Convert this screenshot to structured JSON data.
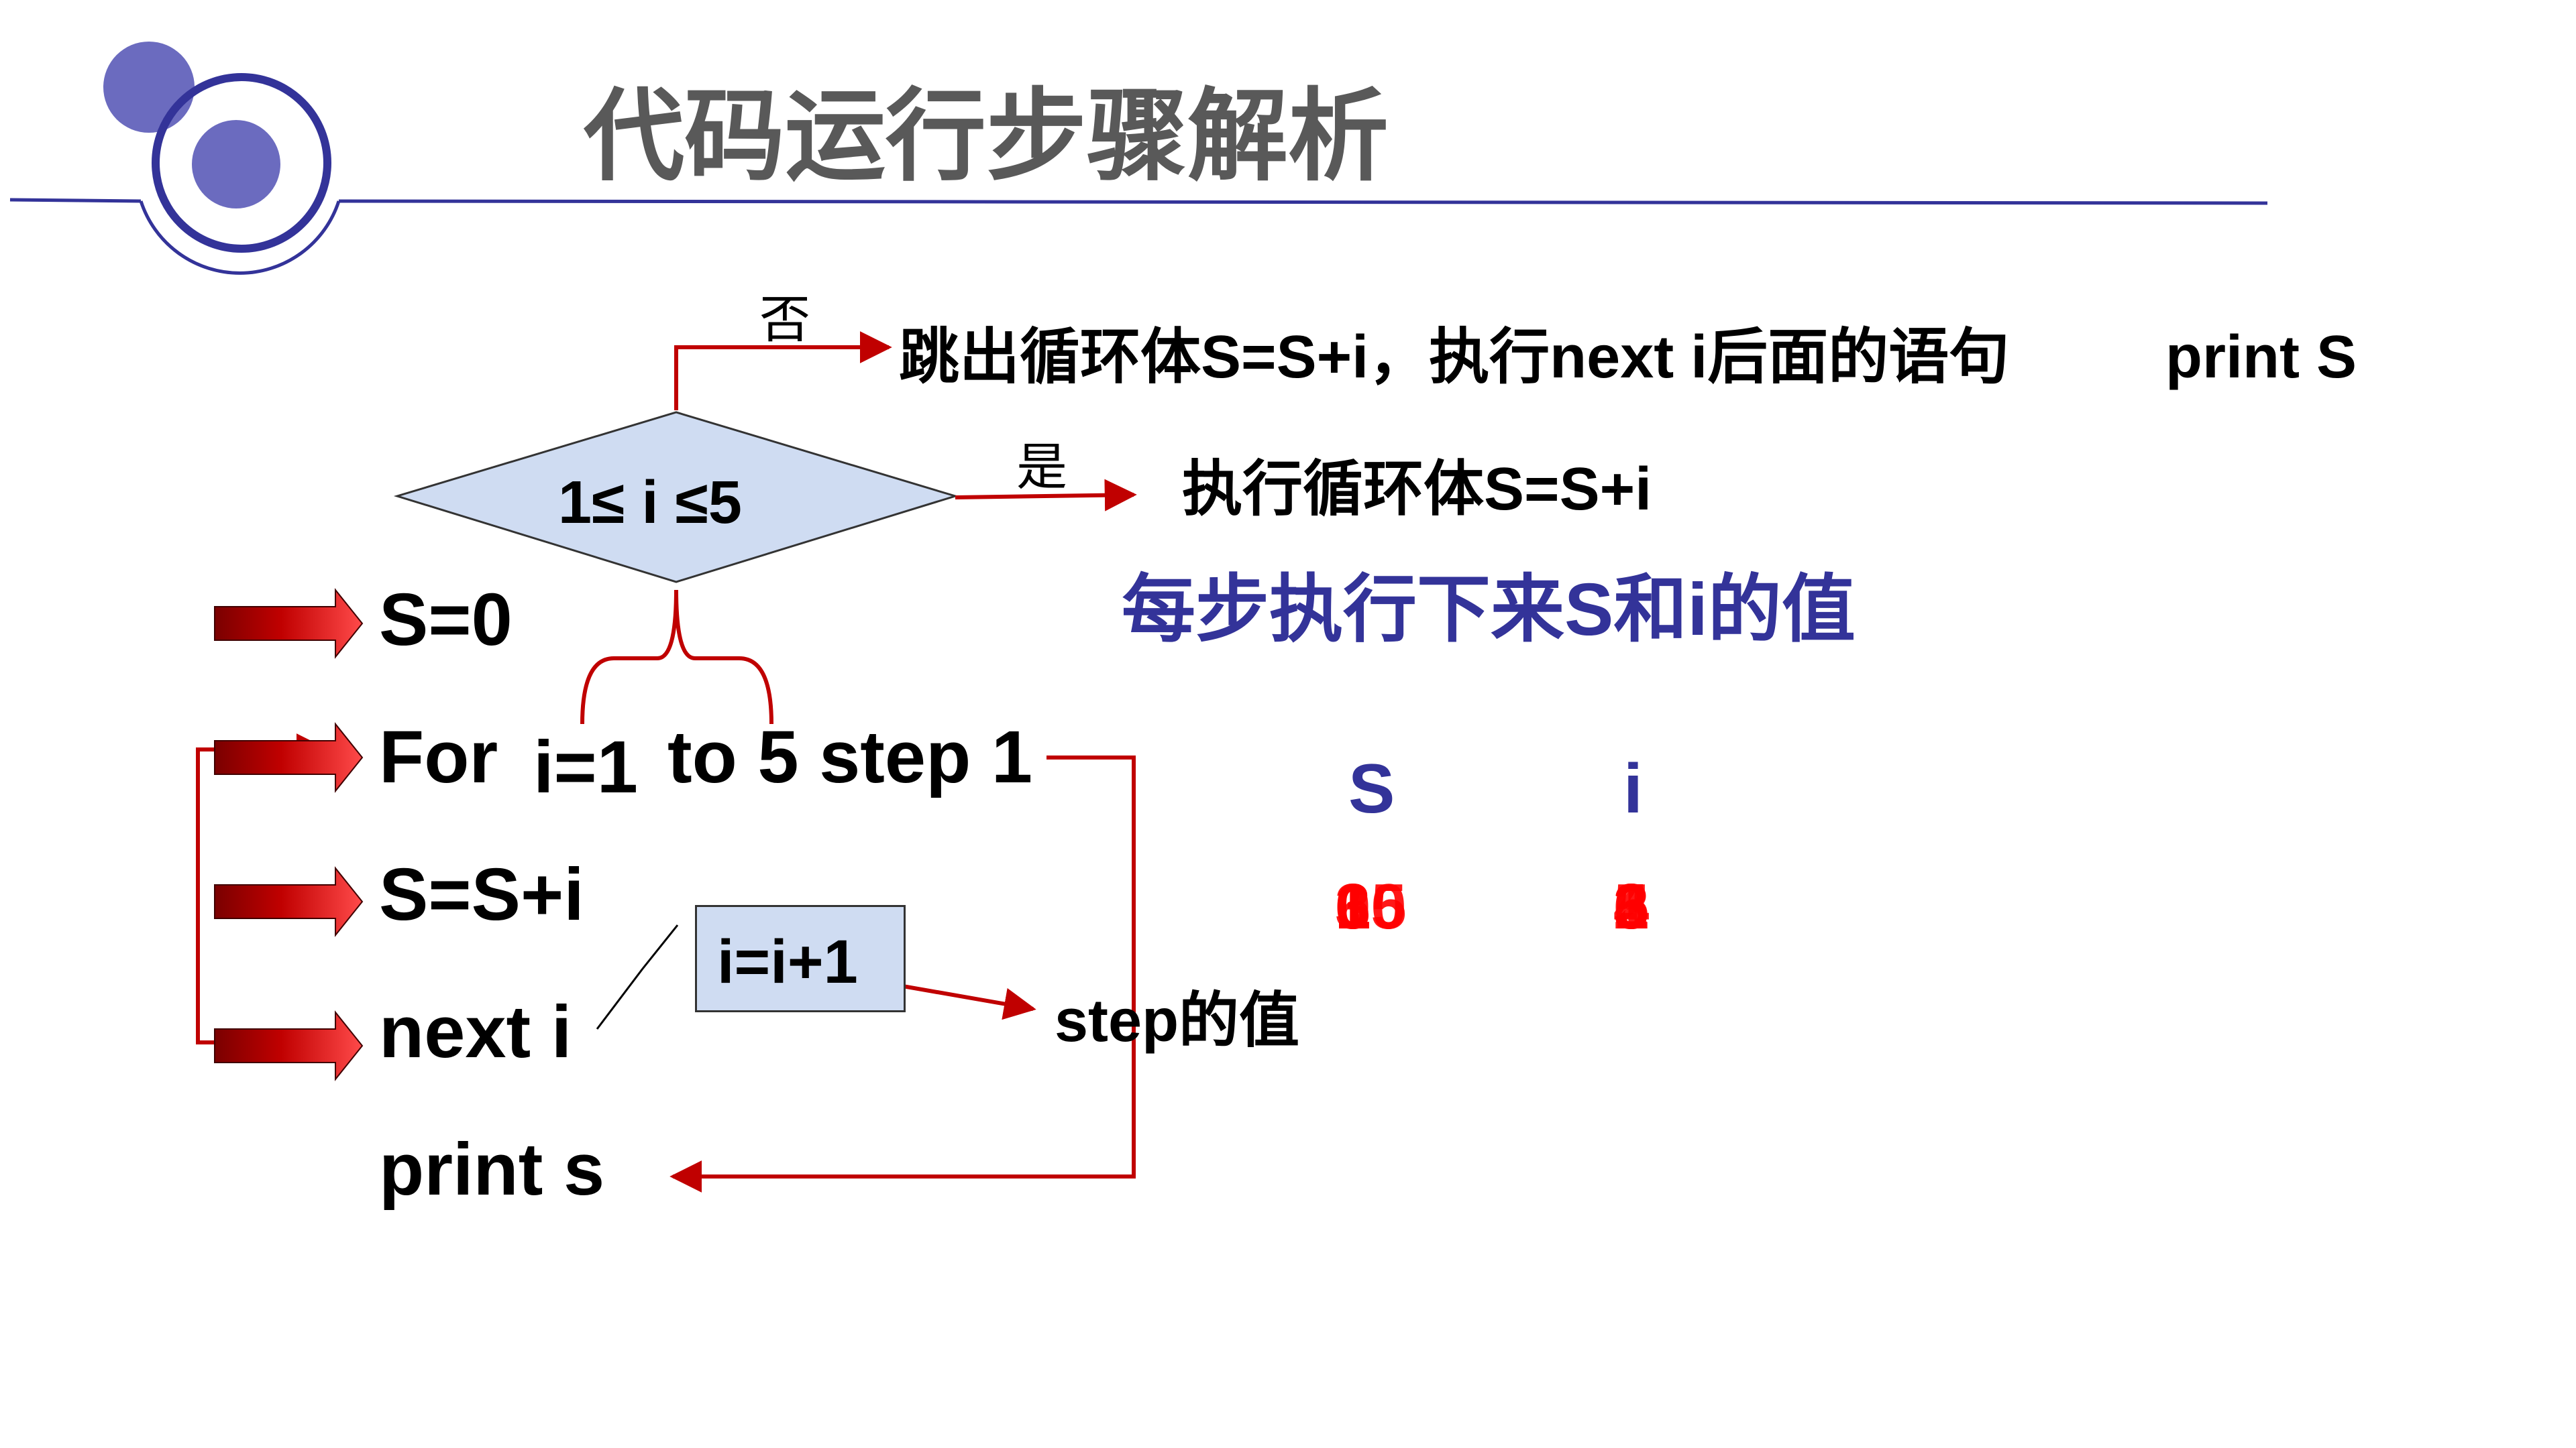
{
  "title": "代码运行步骤解析",
  "colors": {
    "accent_blue": "#333399",
    "arrow_red": "#c00000",
    "value_red": "#ff0000",
    "diamond_fill": "#cfdcf2",
    "title_gray": "#595959",
    "circle_fill": "#6b6bbf"
  },
  "icons": [
    "decorative-circles-icon",
    "block-arrow-icon"
  ],
  "flowchart": {
    "condition": "1≤ i ≤5",
    "no_label": "否",
    "yes_label": "是",
    "no_action": "跳出循环体S=S+i，执行next i后面的语句",
    "no_action_tail": "print S",
    "yes_action": "执行循环体S=S+i"
  },
  "code": {
    "line1": "S=0",
    "line2_keyword": "For",
    "line2_init": "i=1",
    "line2_rest": "to 5 step 1",
    "line3": "S=S+i",
    "line4": "next i",
    "line5": "print s"
  },
  "callout": {
    "increment": "i=i+1",
    "step_note": "step的值"
  },
  "trace": {
    "heading": "每步执行下来S和i的值",
    "s_header": "S",
    "i_header": "i",
    "s_values": [
      "0",
      "1",
      "3",
      "6",
      "10",
      "15"
    ],
    "i_values": [
      "1",
      "2",
      "3",
      "4",
      "5",
      "6"
    ]
  }
}
